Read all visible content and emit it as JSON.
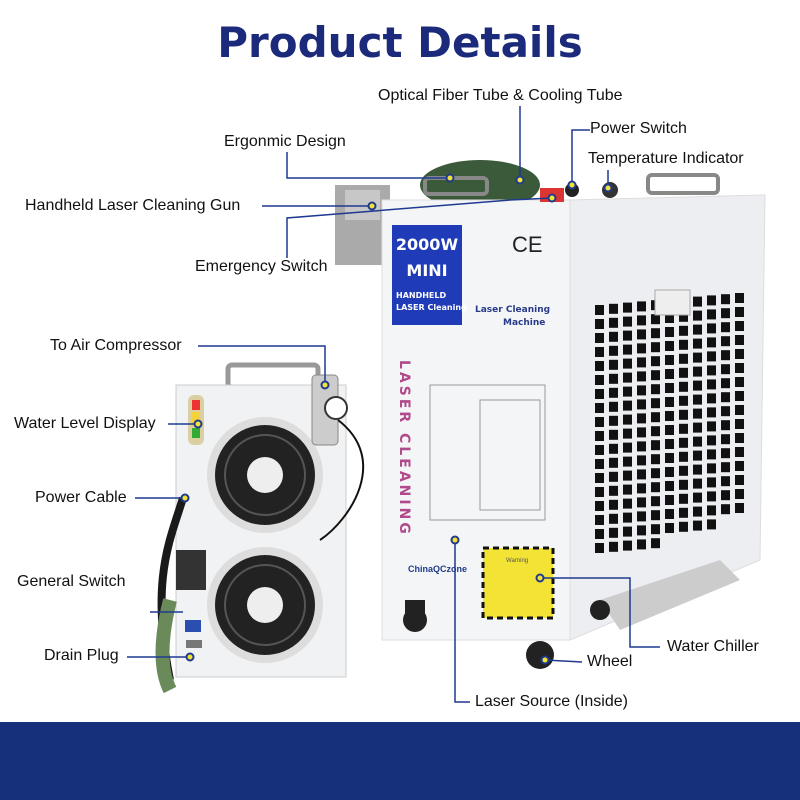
{
  "title": "Product Details",
  "labels": {
    "optical_fiber": "Optical Fiber Tube & Cooling Tube",
    "ergonomic": "Ergonmic Design",
    "power_switch": "Power Switch",
    "temperature": "Temperature Indicator",
    "gun": "Handheld Laser Cleaning Gun",
    "emergency": "Emergency Switch",
    "air_compressor": "To Air Compressor",
    "water_level": "Water Level Display",
    "power_cable": "Power Cable",
    "general_switch": "General Switch",
    "drain_plug": "Drain Plug",
    "water_chiller": "Water Chiller",
    "wheel": "Wheel",
    "laser_source": "Laser Source (Inside)"
  },
  "machine": {
    "badge_line1": "2000W",
    "badge_line2": "MINI",
    "badge_line3": "HANDHELD",
    "badge_line4": "LASER Cleaning",
    "ce_mark": "CE",
    "side_label1": "Laser Cleaning",
    "side_label2": "Machine",
    "vertical_text": "LASER CLEANING",
    "brand": "ChinaQCzone",
    "warning": "Warning"
  },
  "colors": {
    "title": "#1b2a7a",
    "band": "#17307c",
    "leader": "#1f3a8f",
    "badge": "#1f3bb8",
    "warning": "#f2e335"
  }
}
